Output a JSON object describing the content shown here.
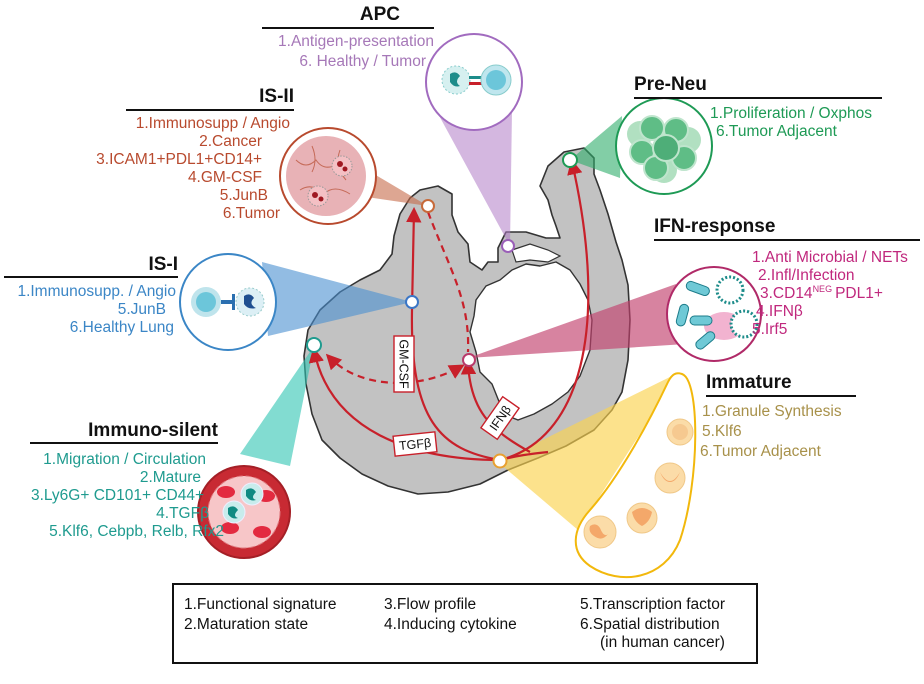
{
  "panels": {
    "apc": {
      "title": "APC",
      "color": "#a678b8",
      "lines": [
        "1.Antigen-presentation",
        "6. Healthy / Tumor"
      ]
    },
    "is_ii": {
      "title": "IS-II",
      "color": "#b84a2e",
      "lines": [
        "1.Immunosupp / Angio",
        "2.Cancer",
        "3.ICAM1+PDL1+CD14+",
        "4.GM-CSF",
        "5.JunB",
        "6.Tumor"
      ]
    },
    "pre_neu": {
      "title": "Pre-Neu",
      "color": "#1e9a55",
      "lines": [
        "1.Proliferation / Oxphos",
        "6.Tumor Adjacent"
      ]
    },
    "is_i": {
      "title": "IS-I",
      "color": "#3b86c6",
      "lines": [
        "1.Immunosupp. / Angio",
        "5.JunB",
        "6.Healthy Lung"
      ]
    },
    "ifn_response": {
      "title": "IFN-response",
      "color": "#c0287d",
      "lines": [
        "1.Anti Microbial / NETs",
        "2.Infl/Infection",
        "3.CD14",
        "PDL1+",
        "4.IFNβ",
        "5.Irf5"
      ],
      "superscript": "NEG"
    },
    "immature": {
      "title": "Immature",
      "color": "#a8914a",
      "lines": [
        "1.Granule Synthesis",
        "5.Klf6",
        "6.Tumor Adjacent"
      ]
    },
    "immuno_silent": {
      "title": "Immuno-silent",
      "color": "#1f9b8f",
      "lines": [
        "1.Migration / Circulation",
        "2.Mature",
        "3.Ly6G+ CD101+ CD44+",
        "4.TGFβ",
        "5.Klf6, Cebpb, Relb, Rfx2"
      ]
    }
  },
  "arrows": {
    "gmcsf": "GM-CSF",
    "ifnb": "IFNβ",
    "tgfb": "TGFβ"
  },
  "colors": {
    "map_fill": "#c2c2c2",
    "map_stroke": "#333333",
    "arrow": "#c8202a",
    "apc": "#c9a6d6",
    "is_ii": "#d98f72",
    "pre_neu": "#5fc08a",
    "is_i": "#6fa3d6",
    "ifn": "#cf5c83",
    "immature": "#fcd96a",
    "immuno_silent": "#57cfc2"
  },
  "legend": {
    "items": [
      "1.Functional signature",
      "2.Maturation state",
      "3.Flow profile",
      "4.Inducing cytokine",
      "5.Transcription factor",
      "6.Spatial distribution",
      "(in human cancer)"
    ]
  }
}
